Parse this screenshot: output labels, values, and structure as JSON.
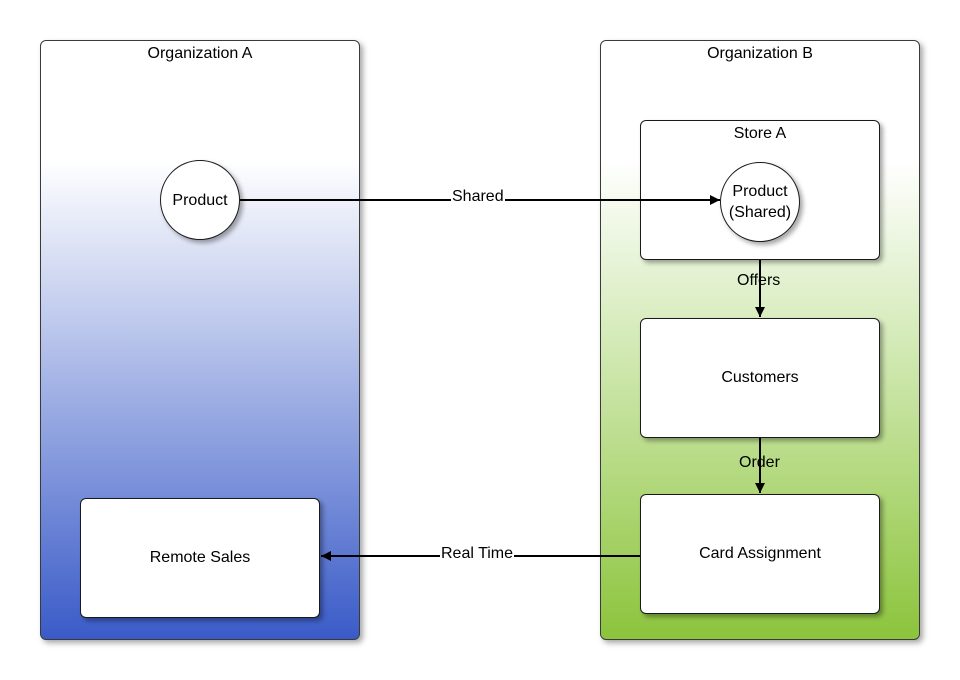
{
  "organizations": [
    {
      "title": "Organization A"
    },
    {
      "title": "Organization B"
    }
  ],
  "nodes": {
    "product": "Product",
    "store_title": "Store A",
    "product_shared_line1": "Product",
    "product_shared_line2": "(Shared)",
    "customers": "Customers",
    "card_assignment": "Card Assignment",
    "remote_sales": "Remote Sales"
  },
  "edges": {
    "shared": "Shared",
    "offers": "Offers",
    "order": "Order",
    "real_time": "Real Time"
  },
  "colors": {
    "org_a_gradient_end": "#3a5bc8",
    "org_b_gradient_end": "#8cc43c"
  }
}
